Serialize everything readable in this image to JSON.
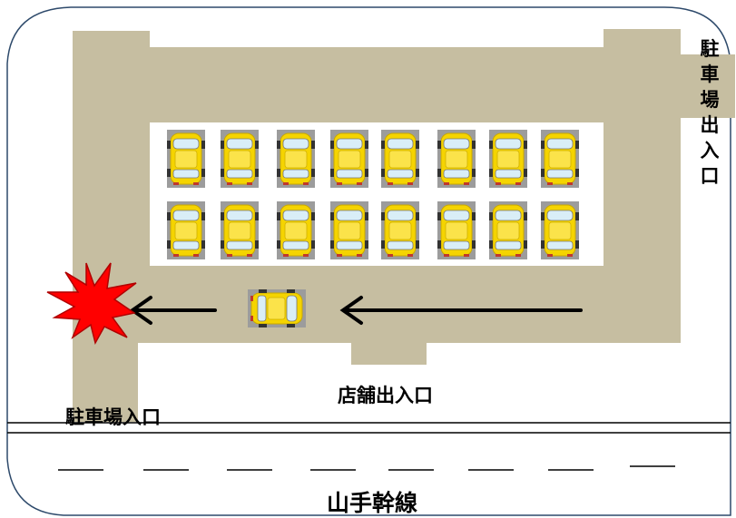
{
  "labels": {
    "parking_exit": "駐車場出入口",
    "parking_entrance": "駐車場入口",
    "shop_entrance": "店舗出入口",
    "road_name": "山手幹線"
  },
  "colors": {
    "lot_surface": "#c6bea1",
    "parking_area": "#ffffff",
    "frame_outline": "#2e4a6b",
    "car_body": "#f5d400",
    "car_shadow": "#999999",
    "arrow": "#000000",
    "collision_burst": "#ff0000"
  },
  "parked_cars": {
    "rows": 2,
    "per_row": 8
  },
  "icons": [
    "parked-car-icon",
    "moving-car-icon",
    "direction-arrow-icon",
    "collision-burst-icon"
  ]
}
